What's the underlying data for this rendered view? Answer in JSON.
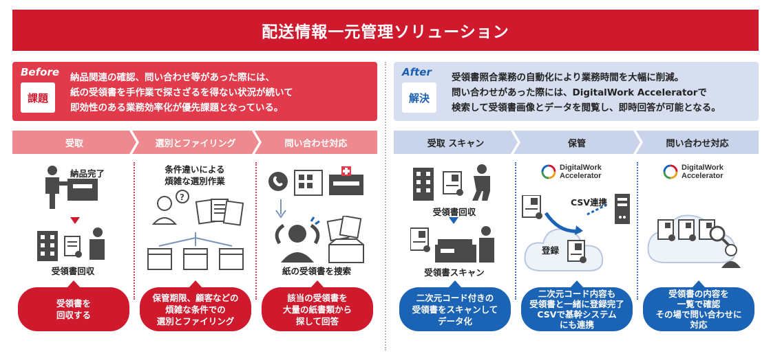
{
  "title": "配送情報一元管理ソリューション",
  "before": {
    "label": "Before",
    "tag": "課題",
    "text_lines": [
      "納品関連の確認、問い合わせ等があった際には、",
      "紙の受領書を手作業で探さざるを得ない状況が続いて",
      "即効性のある業務効率化が優先課題となっている。"
    ],
    "steps": [
      "受取",
      "選別とファイリング",
      "問い合わせ対応"
    ],
    "col1": {
      "top_label": "納品完了",
      "bottom_label": "受領書回収",
      "bubble": [
        "受領書を",
        "回収する"
      ]
    },
    "col2": {
      "top_label": [
        "条件違いによる",
        "煩雑な選別作業"
      ],
      "bubble": [
        "保管期限、顧客などの",
        "煩雑な条件での",
        "選別とファイリング"
      ]
    },
    "col3": {
      "bottom_label": "紙の受領書を捜索",
      "bubble": [
        "該当の受領書を",
        "大量の紙書類から",
        "探して回答"
      ]
    }
  },
  "after": {
    "label": "After",
    "tag": "解決",
    "text_lines": [
      "受領書照合業務の自動化により業務時間を大幅に削減。",
      "問い合わせがあった際には、DigitalWork Acceleratorで",
      "検索して受領書画像とデータを閲覧し、即時回答が可能となる。"
    ],
    "steps": [
      "受取 スキャン",
      "保管",
      "問い合わせ対応"
    ],
    "logo_lines": [
      "DigitalWork",
      "Accelerator"
    ],
    "col1": {
      "top_label": "受領書回収",
      "bottom_label": "受領書スキャン",
      "bubble": [
        "二次元コード付きの",
        "受領書をスキャンして",
        "データ化"
      ]
    },
    "col2": {
      "csv_label": "CSV連携",
      "register_label": "登録",
      "bubble": [
        "二次元コード内容も",
        "受領書と一緒に登録完了",
        "CSVで基幹システム",
        "にも連携"
      ]
    },
    "col3": {
      "bubble": [
        "受領書の内容を",
        "一覧で確認",
        "その場で問い合わせに",
        "対応"
      ]
    }
  },
  "colors": {
    "red": "#cf1a2e",
    "light_red": "#ee8a8f",
    "blue": "#1b63b5",
    "light_blue": "#d6deef",
    "icon_gray": "#4a4a4a"
  }
}
